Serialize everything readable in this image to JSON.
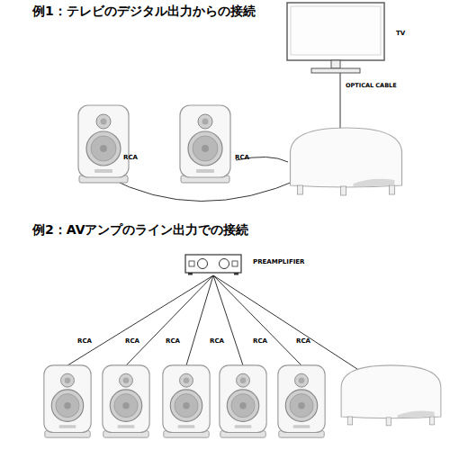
{
  "diagram": {
    "nodes": [
      {
        "text": [
          "TV"
        ]
      },
      {
        "text": [
          "PREAMPLIFIER"
        ]
      }
    ],
    "labels": [
      "例1：テレビのデジタル出力からの接続",
      "OPTICAL CABLE",
      "RCA",
      "RCA",
      "例2：AVアンプのライン出力での接続",
      "RCA",
      "RCA",
      "RCA",
      "RCA",
      "RCA",
      "RCA"
    ]
  }
}
